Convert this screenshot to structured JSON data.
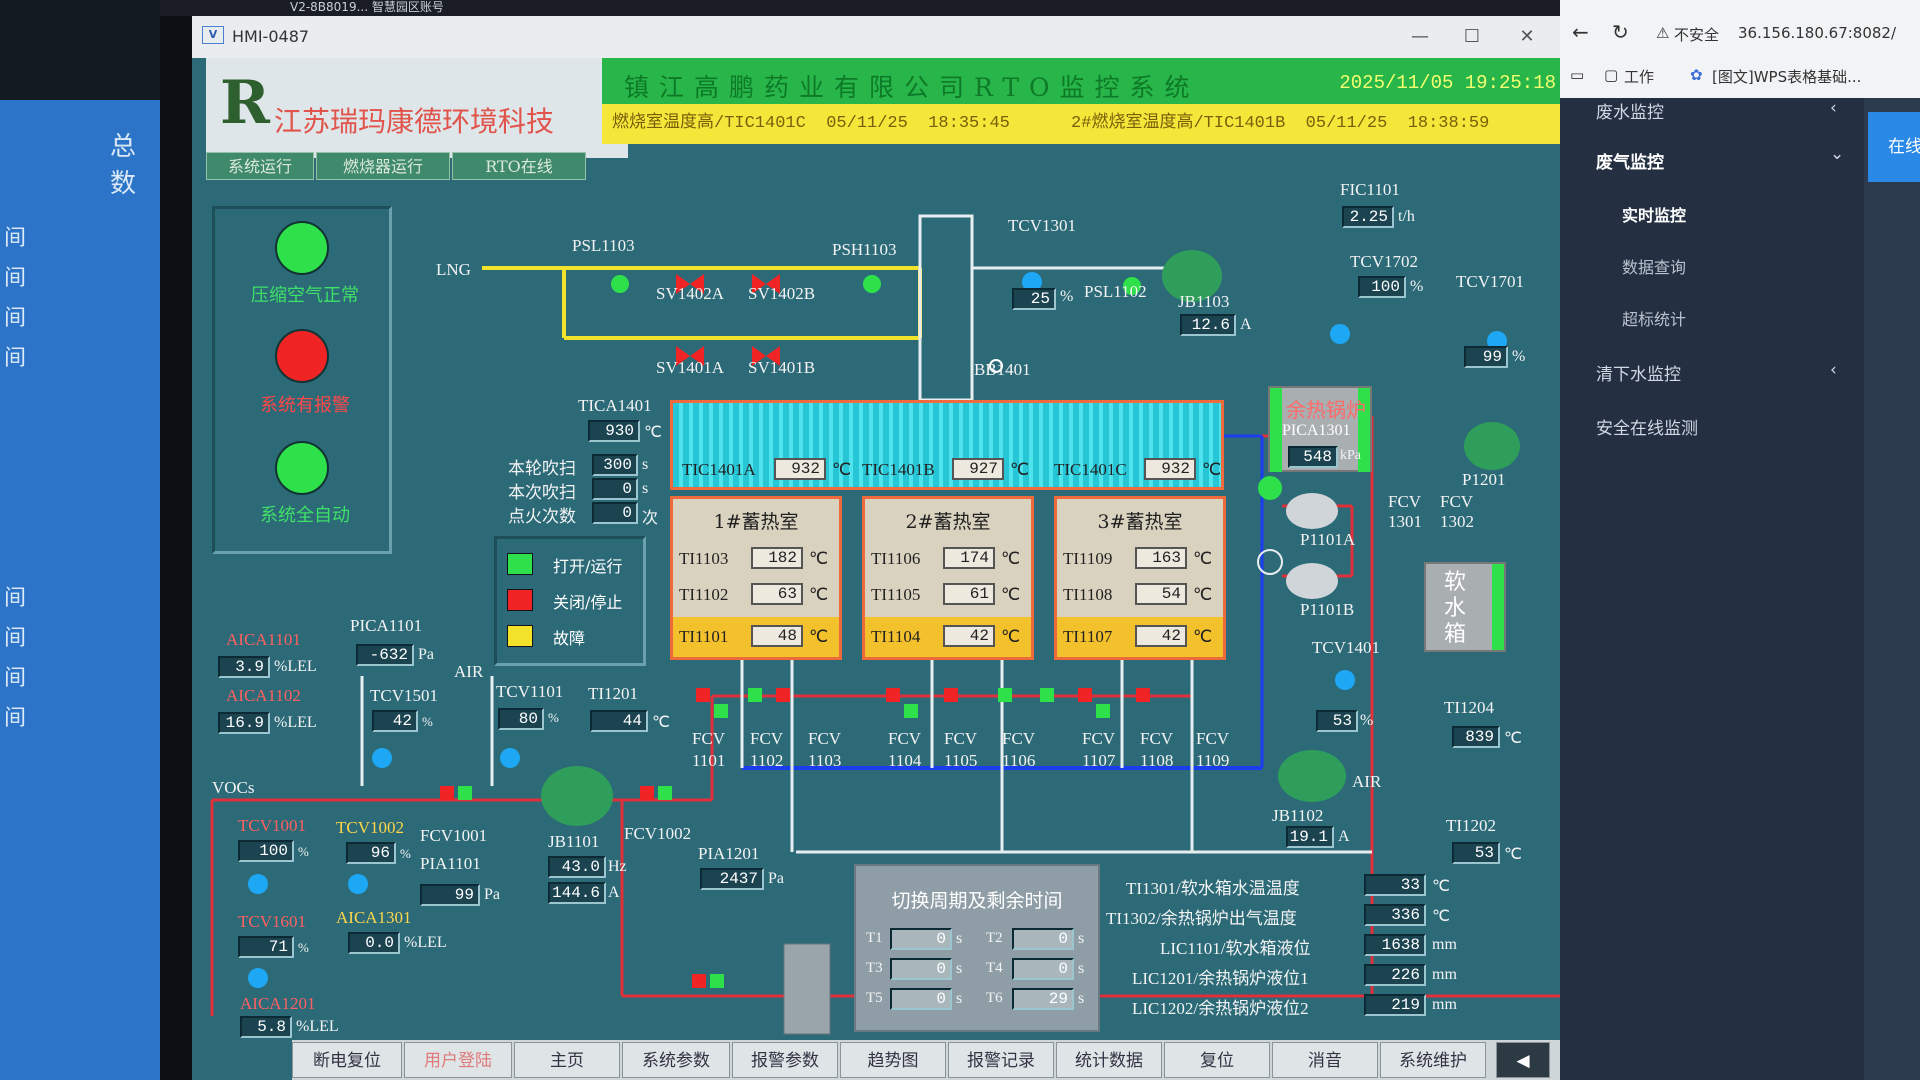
{
  "os": {
    "window_strip": "V2-8B8019... 智慧园区账号"
  },
  "left_panel": {
    "title": "总数",
    "labels": [
      "间",
      "间",
      "间",
      "间"
    ],
    "labels2": [
      "间",
      "间",
      "间",
      "间"
    ]
  },
  "window": {
    "title": "HMI-0487",
    "icon_text": "V"
  },
  "company": {
    "name": "江苏瑞玛康德环境科技",
    "logo": "R"
  },
  "header": {
    "title": "镇江高鹏药业有限公司RTO监控系统",
    "datetime": "2025/11/05 19:25:18"
  },
  "alarms": "燃烧室温度高/TIC1401C  05/11/25  18:35:45      2#燃烧室温度高/TIC1401B  05/11/25  18:38:59",
  "status_tabs": [
    "系统运行",
    "燃烧器运行",
    "RTO在线"
  ],
  "status_lamps": [
    {
      "label": "压缩空气正常",
      "color": "#2ee04a"
    },
    {
      "label": "系统有报警",
      "color": "#f02424"
    },
    {
      "label": "系统全自动",
      "color": "#2ee04a"
    }
  ],
  "legend": [
    {
      "label": "打开/运行",
      "color": "#2ee04a"
    },
    {
      "label": "关闭/停止",
      "color": "#f02424"
    },
    {
      "label": "故障",
      "color": "#f2e22a"
    }
  ],
  "burner": {
    "lng": "LNG",
    "psl1103": "PSL1103",
    "psh1103": "PSH1103",
    "sv1402a": "SV1402A",
    "sv1402b": "SV1402B",
    "sv1401a": "SV1401A",
    "sv1401b": "SV1401B",
    "bb1401": "BB1401",
    "tcv1301": "TCV1301",
    "tcv1301_val": "25",
    "psl1102": "PSL1102",
    "jb1103": "JB1103",
    "jb1103_val": "12.6"
  },
  "tica1401": {
    "label": "TICA1401",
    "value": "930",
    "unit": "℃"
  },
  "purge": [
    {
      "label": "本轮吹扫",
      "value": "300",
      "unit": "s"
    },
    {
      "label": "本次吹扫",
      "value": "0",
      "unit": "s"
    },
    {
      "label": "点火次数",
      "value": "0",
      "unit": "次"
    }
  ],
  "furnace": [
    {
      "label": "TIC1401A",
      "value": "932",
      "unit": "℃"
    },
    {
      "label": "TIC1401B",
      "value": "927",
      "unit": "℃"
    },
    {
      "label": "TIC1401C",
      "value": "932",
      "unit": "℃"
    }
  ],
  "chambers": [
    {
      "title": "1#蓄热室",
      "rows": [
        {
          "tag": "TI1103",
          "val": "182"
        },
        {
          "tag": "TI1102",
          "val": "63"
        }
      ],
      "bottom": {
        "tag": "TI1101",
        "val": "48"
      }
    },
    {
      "title": "2#蓄热室",
      "rows": [
        {
          "tag": "TI1106",
          "val": "174"
        },
        {
          "tag": "TI1105",
          "val": "61"
        }
      ],
      "bottom": {
        "tag": "TI1104",
        "val": "42"
      }
    },
    {
      "title": "3#蓄热室",
      "rows": [
        {
          "tag": "TI1109",
          "val": "163"
        },
        {
          "tag": "TI1108",
          "val": "54"
        }
      ],
      "bottom": {
        "tag": "TI1107",
        "val": "42"
      }
    }
  ],
  "fcv_row": [
    "FCV 1101",
    "FCV 1102",
    "FCV 1103",
    "FCV 1104",
    "FCV 1105",
    "FCV 1106",
    "FCV 1107",
    "FCV 1108",
    "FCV 1109"
  ],
  "right_side": {
    "fic1101": "FIC1101",
    "fic1101_val": "2.25",
    "fic1101_unit": "t/h",
    "tcv1702": "TCV1702",
    "tcv1702_val": "100",
    "tcv1701": "TCV1701",
    "tcv1701_val": "99",
    "boiler": "余热锅炉",
    "pica1301": "PICA1301",
    "pica1301_val": "548",
    "pica1301_unit": "kPa",
    "p1201": "P1201",
    "fcv1301": "FCV 1301",
    "fcv1302": "FCV 1302",
    "p1101a": "P1101A",
    "p1101b": "P1101B",
    "soft_tank": "软水箱",
    "tcv1401": "TCV1401",
    "tcv1401_val": "53",
    "ti1204": "TI1204",
    "ti1204_val": "839",
    "jb1102": "JB1102",
    "jb1102_val": "19.1",
    "air": "AIR",
    "ti1202": "TI1202",
    "ti1202_val": "53"
  },
  "left_instruments": {
    "aica1101": "AICA1101",
    "aica1101_val": "3.9",
    "aica1102": "AICA1102",
    "aica1102_val": "16.9",
    "pica1101": "PICA1101",
    "pica1101_val": "-632",
    "pica1101_unit": "Pa",
    "tcv1501": "TCV1501",
    "tcv1501_val": "42",
    "air": "AIR",
    "tcv1101": "TCV1101",
    "tcv1101_val": "80",
    "ti1201": "TI1201",
    "ti1201_val": "44",
    "vocs": "VOCs",
    "tcv1001": "TCV1001",
    "tcv1001_val": "100",
    "tcv1002": "TCV1002",
    "tcv1002_val": "96",
    "fcv1001": "FCV1001",
    "fcv1002": "FCV1002",
    "pia1101": "PIA1101",
    "pia1101_val": "99",
    "jb1101": "JB1101",
    "jb1101_hz": "43.0",
    "jb1101_a": "144.6",
    "pia1201": "PIA1201",
    "pia1201_val": "2437",
    "tcv1601": "TCV1601",
    "tcv1601_val": "71",
    "aica1301": "AICA1301",
    "aica1301_val": "0.0",
    "aica1201": "AICA1201",
    "aica1201_val": "5.8",
    "lel": "%LEL"
  },
  "cycle": {
    "title": "切换周期及剩余时间",
    "items": [
      {
        "k": "T1",
        "v": "0"
      },
      {
        "k": "T2",
        "v": "0"
      },
      {
        "k": "T3",
        "v": "0"
      },
      {
        "k": "T4",
        "v": "0"
      },
      {
        "k": "T5",
        "v": "0"
      },
      {
        "k": "T6",
        "v": "29"
      }
    ]
  },
  "readouts": [
    {
      "label": "TI1301/软水箱水温温度",
      "value": "33",
      "unit": "℃"
    },
    {
      "label": "TI1302/余热锅炉出气温度",
      "value": "336",
      "unit": "℃"
    },
    {
      "label": "LIC1101/软水箱液位",
      "value": "1638",
      "unit": "mm"
    },
    {
      "label": "LIC1201/余热锅炉液位1",
      "value": "226",
      "unit": "mm"
    },
    {
      "label": "LIC1202/余热锅炉液位2",
      "value": "219",
      "unit": "mm"
    }
  ],
  "nav": [
    "断电复位",
    "用户登陆",
    "主页",
    "系统参数",
    "报警参数",
    "趋势图",
    "报警记录",
    "统计数据",
    "复位",
    "消音",
    "系统维护"
  ],
  "browser": {
    "not_secure": "不安全",
    "url": "36.156.180.67:8082/",
    "bookmark1": "工作",
    "bookmark2": "[图文]WPS表格基础...",
    "menu": [
      {
        "label": "废水监控",
        "chev": "‹"
      },
      {
        "label": "废气监控",
        "chev": "⌄"
      },
      {
        "label": "实时监控",
        "sub": true
      },
      {
        "label": "数据查询",
        "sub": true
      },
      {
        "label": "超标统计",
        "sub": true
      },
      {
        "label": "清下水监控",
        "chev": "‹"
      },
      {
        "label": "安全在线监测"
      }
    ],
    "side_tab": "在线"
  }
}
